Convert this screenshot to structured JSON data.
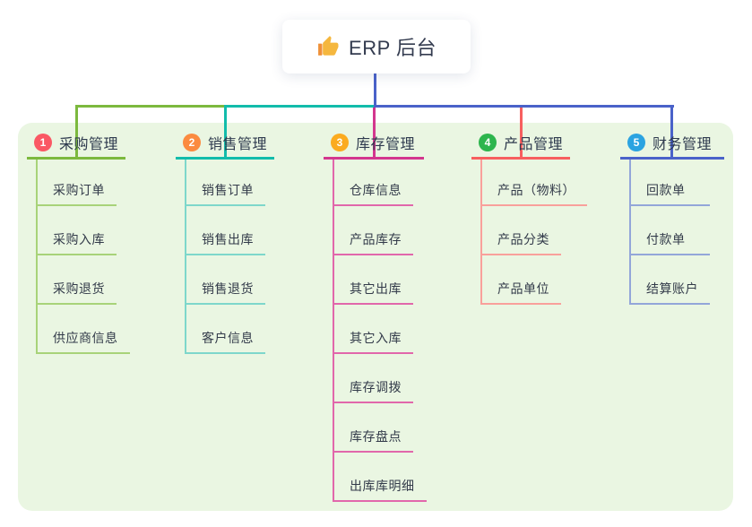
{
  "root": {
    "icon": "thumbs-up-icon",
    "label": "ERP 后台"
  },
  "branches": [
    {
      "number": "1",
      "label": "采购管理",
      "badge_color": "#fa5864",
      "line_color": "#7cb93e",
      "child_line_color": "#a8d379",
      "children": [
        "采购订单",
        "采购入库",
        "采购退货",
        "供应商信息"
      ]
    },
    {
      "number": "2",
      "label": "销售管理",
      "badge_color": "#fb8b40",
      "line_color": "#12bcab",
      "child_line_color": "#7ed7cb",
      "children": [
        "销售订单",
        "销售出库",
        "销售退货",
        "客户信息"
      ]
    },
    {
      "number": "3",
      "label": "库存管理",
      "badge_color": "#fbab1f",
      "line_color": "#d3368e",
      "child_line_color": "#e167ab",
      "children": [
        "仓库信息",
        "产品库存",
        "其它出库",
        "其它入库",
        "库存调拨",
        "库存盘点",
        "出库库明细"
      ]
    },
    {
      "number": "4",
      "label": "产品管理",
      "badge_color": "#2db54d",
      "line_color": "#f75f5f",
      "child_line_color": "#f9a09b",
      "children": [
        "产品（物料）",
        "产品分类",
        "产品单位"
      ]
    },
    {
      "number": "5",
      "label": "财务管理",
      "badge_color": "#2ba3e1",
      "line_color": "#4a62c9",
      "child_line_color": "#93a6d9",
      "children": [
        "回款单",
        "付款单",
        "结算账户"
      ]
    }
  ],
  "colors": {
    "panel_bg": "#eaf6e2",
    "root_line": "#4a62c9",
    "title_text": "#333b4f",
    "branch_label_text": "#2e3a4e",
    "node_text": "#333b4a"
  }
}
